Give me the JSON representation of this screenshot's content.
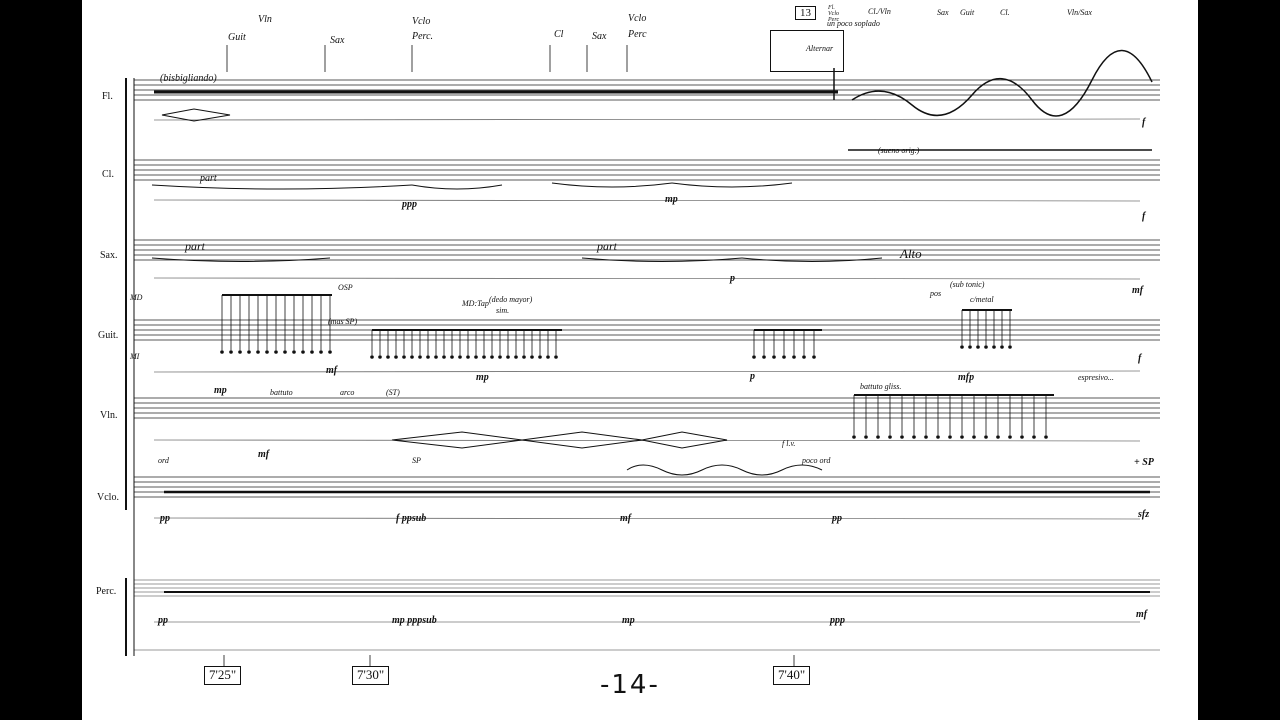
{
  "rehearsal_mark": "13",
  "page_number": "-14-",
  "time_marks": [
    "7'25\"",
    "7'30\"",
    "7'40\""
  ],
  "instruments": [
    "Fl.",
    "Cl.",
    "Sax.",
    "Guit.",
    "Vln.",
    "Vclo.",
    "Perc."
  ],
  "cues_top": {
    "vln": "Vln",
    "guit": "Guit",
    "sax1": "Sax",
    "vclo": "Vclo",
    "perc": "Perc.",
    "cl": "Cl",
    "sax2": "Sax",
    "vclo2": "Vclo",
    "perc2": "Perc"
  },
  "cues_right": {
    "block": "Fl.\nVclo\nPerc",
    "clvln": "Cl./Vln",
    "sax": "Sax",
    "guit": "Guit",
    "cl": "Cl.",
    "vlnsax": "Vln/Sax"
  },
  "alternar": "Alternar",
  "un_poco_soplado": "un poco soplado",
  "annotations": {
    "bisbigliando": "(bisbigliando)",
    "part_cl": "part",
    "part_sax1": "part",
    "part_sax2": "part",
    "sueno": "(sueno orig.)",
    "alto": "Alto",
    "mdtap": "MD:Tap",
    "dedo_mayor": "(dedo mayor)",
    "sim": "sim.",
    "sub_tonic": "(sub tonic)",
    "c_metal": "c/metal",
    "pos": "pos",
    "battuto": "battuto",
    "arco": "arco",
    "st": "(ST)",
    "battuto_gliss": "battuto gliss.",
    "espresivo": "espresivo...",
    "ord": "ord",
    "poco_ord": "poco ord",
    "flv": "f l.v.",
    "sp": "SP",
    "md": "MD",
    "mi": "MI",
    "osp": "OSP",
    "mas_sp": "(mas SP)"
  },
  "dynamics": {
    "ppp_cl": "ppp",
    "mp_cl": "mp",
    "p_sax": "p",
    "mf_guit": "mf",
    "mp_guit": "mp",
    "p_guit": "p",
    "mf_guit2": "mf",
    "mfp_guit": "mfp",
    "f_guit": "f",
    "mp_guit2": "mp",
    "mf_vln": "mf",
    "pp_vclo": "pp",
    "f_ppsub": "f ppsub",
    "mf_vclo": "mf",
    "pp_vclo2": "pp",
    "sfz": "sfz",
    "pp_perc": "pp",
    "mp_pppsub": "mp pppsub",
    "mp_perc": "mp",
    "ppp_perc": "ppp",
    "mf_perc": "mf",
    "f_fl": "f",
    "f_cl": "f",
    "plus_sp": "+ SP"
  }
}
